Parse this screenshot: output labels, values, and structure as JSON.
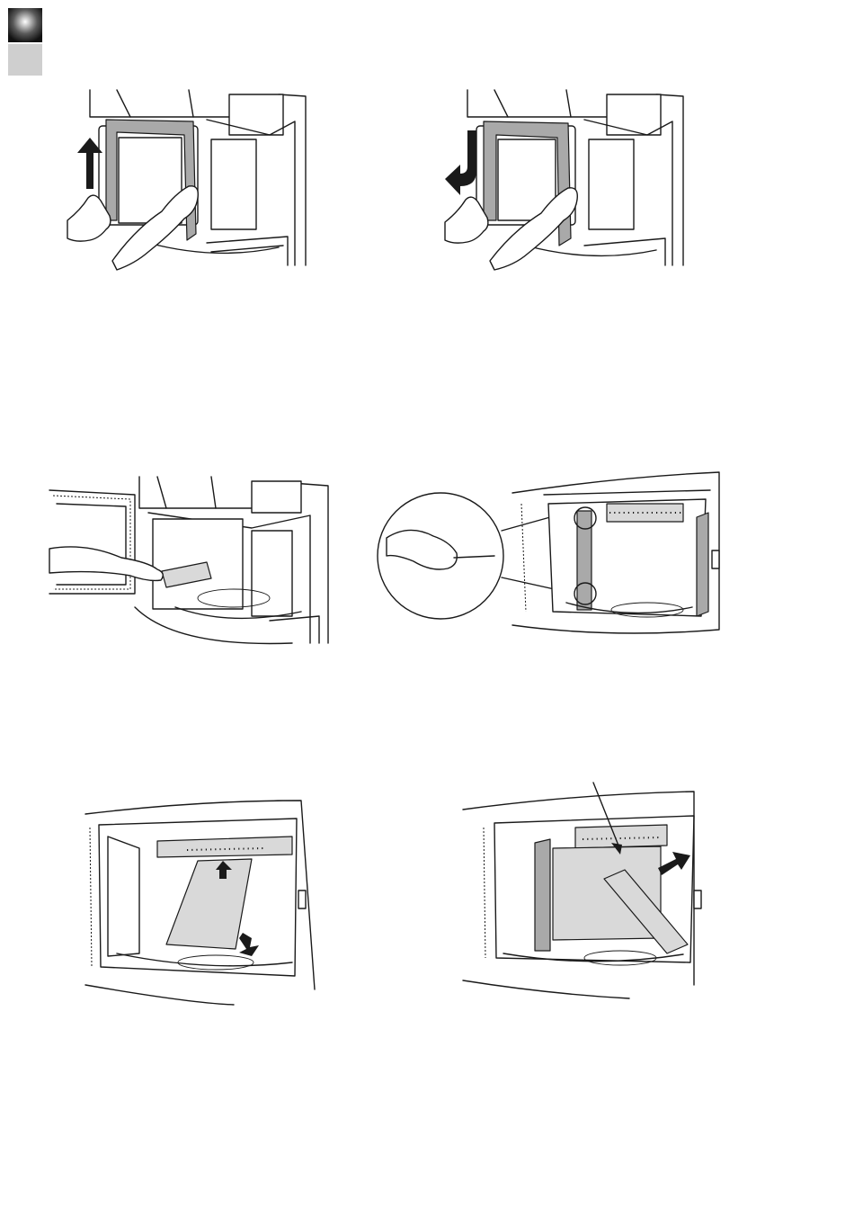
{
  "page": {
    "tab_colors": {
      "dark": "#1a1a1a",
      "light": "#cfcfcf"
    },
    "figures": [
      {
        "id": "fig-1",
        "icon": "arrow-up-icon"
      },
      {
        "id": "fig-2",
        "icon": "curved-arrow-down-icon"
      },
      {
        "id": "fig-3",
        "icon": "hand-icon"
      },
      {
        "id": "fig-4",
        "icon": "screwdriver-icon"
      },
      {
        "id": "fig-5",
        "icon": "arrow-up-icon"
      },
      {
        "id": "fig-6",
        "icon": "arrow-right-icon"
      }
    ]
  }
}
